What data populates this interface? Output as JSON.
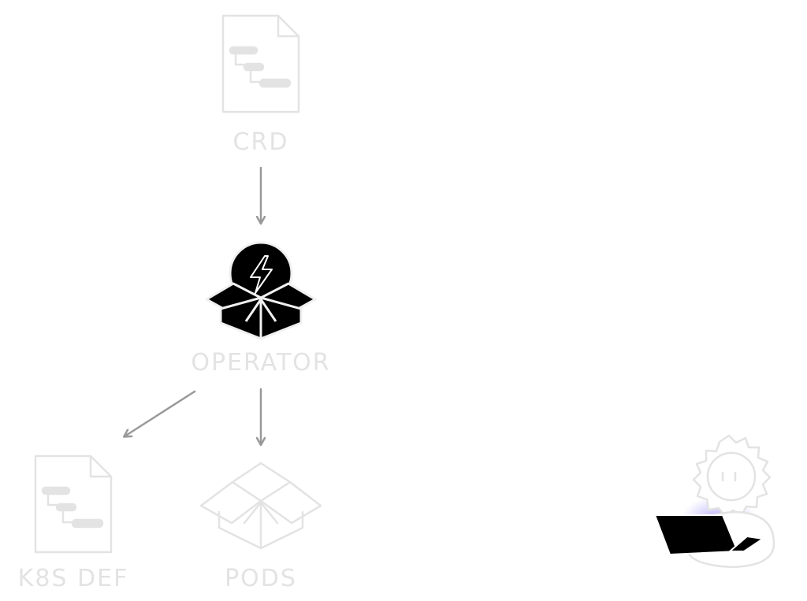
{
  "diagram": {
    "nodes": {
      "crd": {
        "label": "CRD",
        "icon": "document-tree-icon"
      },
      "operator": {
        "label": "OPERATOR",
        "icon": "operator-box-lightning-icon"
      },
      "k8s_def": {
        "label": "K8S DEF",
        "icon": "document-tree-icon"
      },
      "pods": {
        "label": "PODS",
        "icon": "open-box-icon"
      }
    },
    "edges": [
      {
        "from": "CRD",
        "to": "OPERATOR"
      },
      {
        "from": "OPERATOR",
        "to": "K8S DEF"
      },
      {
        "from": "OPERATOR",
        "to": "PODS"
      }
    ],
    "extras": {
      "presenter": {
        "icon": "person-with-laptop-icon"
      }
    },
    "colors": {
      "faded": "#e3e3e3",
      "arrow": "#999999",
      "ink": "#000000",
      "glow": "#7b6cf6"
    }
  }
}
